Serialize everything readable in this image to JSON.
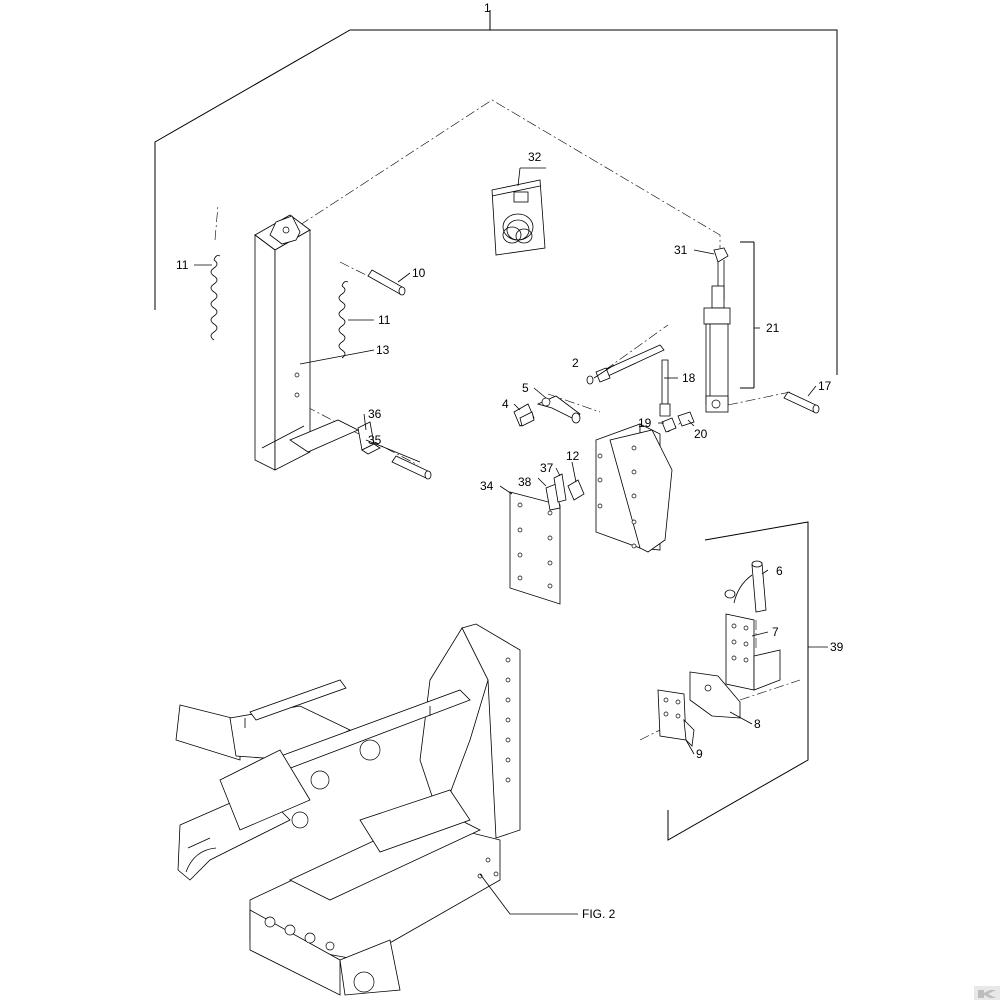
{
  "callouts": {
    "c1": "1",
    "c2": "2",
    "c4": "4",
    "c5": "5",
    "c6": "6",
    "c7": "7",
    "c8": "8",
    "c9": "9",
    "c10": "10",
    "c11a": "11",
    "c11b": "11",
    "c12": "12",
    "c13": "13",
    "c17": "17",
    "c18": "18",
    "c19": "19",
    "c20": "20",
    "c21": "21",
    "c31": "31",
    "c32": "32",
    "c34": "34",
    "c35": "35",
    "c36": "36",
    "c37": "37",
    "c38": "38",
    "c39": "39"
  },
  "figure_ref": "FIG. 2",
  "logo": {
    "name": "k-logo-icon",
    "color": "#cfcfcf"
  }
}
